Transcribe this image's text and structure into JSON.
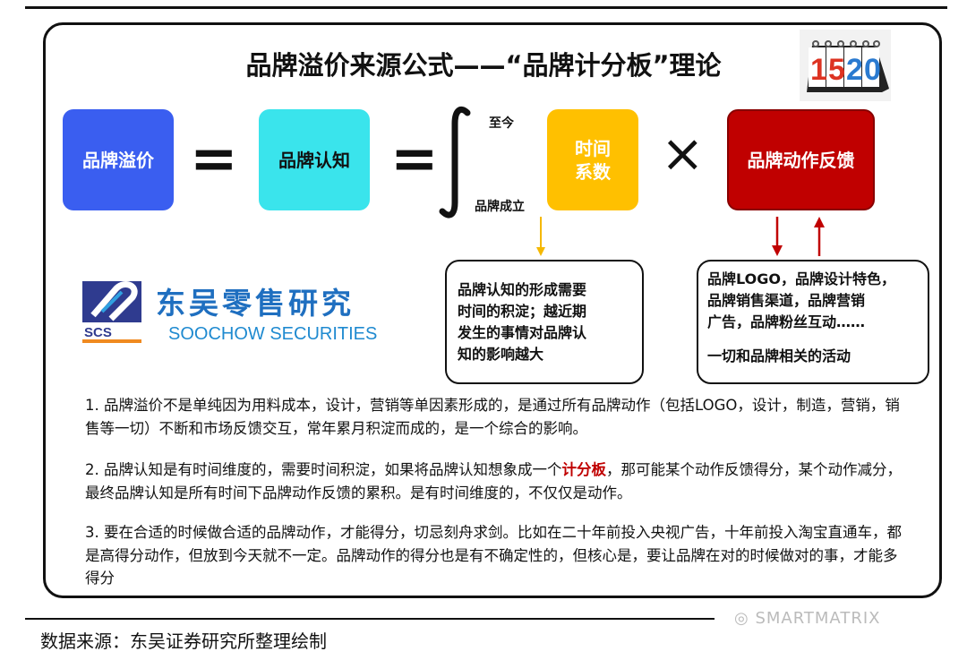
{
  "title": "品牌溢价来源公式——“品牌计分板”理论",
  "scoreboard": {
    "digits": [
      "1",
      "5",
      "2",
      "0"
    ]
  },
  "formula": {
    "premium": "品牌溢价",
    "equals": "=",
    "cognition": "品牌认知",
    "integral_upper": "至今",
    "integral_lower": "品牌成立",
    "time_line1": "时间",
    "time_line2": "系数",
    "times": "×",
    "feedback": "品牌动作反馈"
  },
  "colors": {
    "premium": "#3a5ef0",
    "cognition": "#3ae4ec",
    "time": "#ffc000",
    "feedback": "#c00000",
    "arrow_time": "#f5b800",
    "arrow_feedback": "#c00000"
  },
  "left_note": [
    "品牌认知的形成需要",
    "时间的积淀；越近期",
    "发生的事情对品牌认",
    "知的影响越大"
  ],
  "right_note": [
    "品牌LOGO，品牌设计特色，",
    "品牌销售渠道，品牌营销",
    "广告，品牌粉丝互动……",
    "",
    "一切和品牌相关的活动"
  ],
  "logo": {
    "cn": "东吴零售研究",
    "en": "SOOCHOW SECURITIES",
    "mark": "SCS"
  },
  "points": [
    {
      "text": "1. 品牌溢价不是单纯因为用料成本，设计，营销等单因素形成的，是通过所有品牌动作（包括LOGO，设计，制造，营销，销售等一切）不断和市场反馈交互，常年累月积淀而成的，是一个综合的影响。"
    },
    {
      "pre": "2. 品牌认知是有时间维度的，需要时间积淀，如果将品牌认知想象成一个",
      "highlight": "计分板",
      "post": "，那可能某个动作反馈得分，某个动作减分，最终品牌认知是所有时间下品牌动作反馈的累积。是有时间维度的，不仅仅是动作。"
    },
    {
      "text": "3. 要在合适的时候做合适的品牌动作，才能得分，切忌刻舟求剑。比如在二十年前投入央视广告，十年前投入淘宝直通车，都是高得分动作，但放到今天就不一定。品牌动作的得分也是有不确定性的，但核心是，要让品牌在对的时候做对的事，才能多得分"
    }
  ],
  "source": "数据来源：东吴证券研究所整理绘制",
  "watermark": "SMARTMATRIX"
}
